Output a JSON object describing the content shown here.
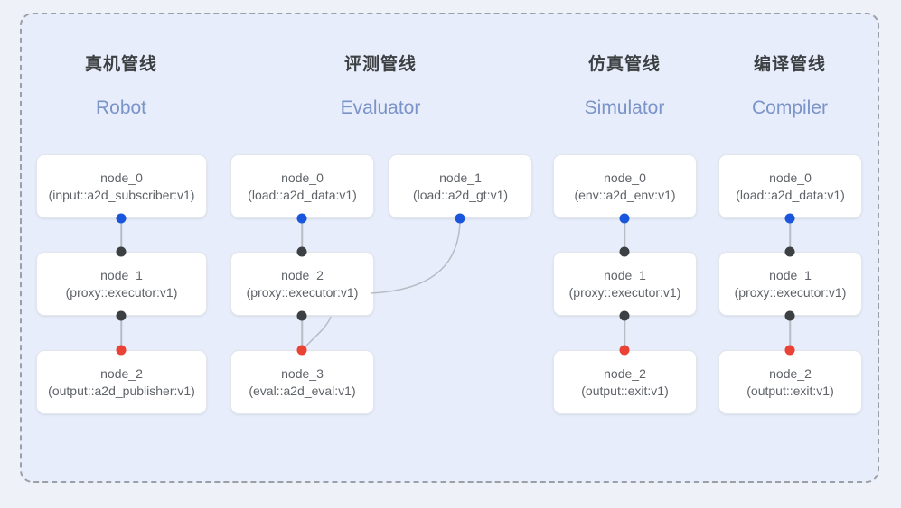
{
  "frame": {
    "label": "pipeline-group",
    "border_color": "#9aa0a6",
    "fill_color": "#e7edfa"
  },
  "palette": {
    "page_background": "#eef1f8",
    "panel_background": "#e7edfa",
    "node_fill": "#ffffff",
    "node_border": "#e3e6ec",
    "node_text": "#5f6368",
    "heading_cn": "#3c4043",
    "heading_en": "#7a93c8",
    "port_input": "#1a56db",
    "port_relay": "#3c4043",
    "port_output": "#ea4335",
    "edge": "#b9bcc4"
  },
  "columns": [
    {
      "key": "robot",
      "title_cn": "真机管线",
      "title_en": "Robot",
      "nodes": [
        {
          "id": "node_0",
          "spec": "(input::a2d_subscriber:v1)"
        },
        {
          "id": "node_1",
          "spec": "(proxy::executor:v1)"
        },
        {
          "id": "node_2",
          "spec": "(output::a2d_publisher:v1)"
        }
      ]
    },
    {
      "key": "evaluator",
      "title_cn": "评测管线",
      "title_en": "Evaluator",
      "nodes": [
        {
          "id": "node_0",
          "spec": "(load::a2d_data:v1)"
        },
        {
          "id": "node_1",
          "spec": "(load::a2d_gt:v1)"
        },
        {
          "id": "node_2",
          "spec": "(proxy::executor:v1)"
        },
        {
          "id": "node_3",
          "spec": "(eval::a2d_eval:v1)"
        }
      ]
    },
    {
      "key": "simulator",
      "title_cn": "仿真管线",
      "title_en": "Simulator",
      "nodes": [
        {
          "id": "node_0",
          "spec": "(env::a2d_env:v1)"
        },
        {
          "id": "node_1",
          "spec": "(proxy::executor:v1)"
        },
        {
          "id": "node_2",
          "spec": "(output::exit:v1)"
        }
      ]
    },
    {
      "key": "compiler",
      "title_cn": "编译管线",
      "title_en": "Compiler",
      "nodes": [
        {
          "id": "node_0",
          "spec": "(load::a2d_data:v1)"
        },
        {
          "id": "node_1",
          "spec": "(proxy::executor:v1)"
        },
        {
          "id": "node_2",
          "spec": "(output::exit:v1)"
        }
      ]
    }
  ]
}
